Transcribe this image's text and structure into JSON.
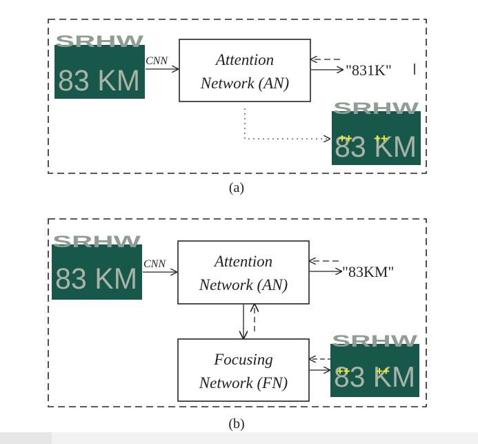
{
  "panel_a": {
    "caption": "(a)",
    "input_text": "83 KM",
    "edge_label": "CNN",
    "attention": {
      "line1": "Attention",
      "line2": "Network (AN)"
    },
    "output": "\"831K\"",
    "markers": [
      "++",
      "++"
    ]
  },
  "panel_b": {
    "caption": "(b)",
    "input_text": "83 KM",
    "edge_label": "CNN",
    "attention": {
      "line1": "Attention",
      "line2": "Network (AN)"
    },
    "focusing": {
      "line1": "Focusing",
      "line2": "Network (FN)"
    },
    "output": "\"83KM\"",
    "markers": [
      "++",
      "++"
    ]
  },
  "colors": {
    "plate_bg": "#17584a",
    "plate_text": "#a9b3a8",
    "marker": "#f2ee2a",
    "line": "#222222"
  }
}
